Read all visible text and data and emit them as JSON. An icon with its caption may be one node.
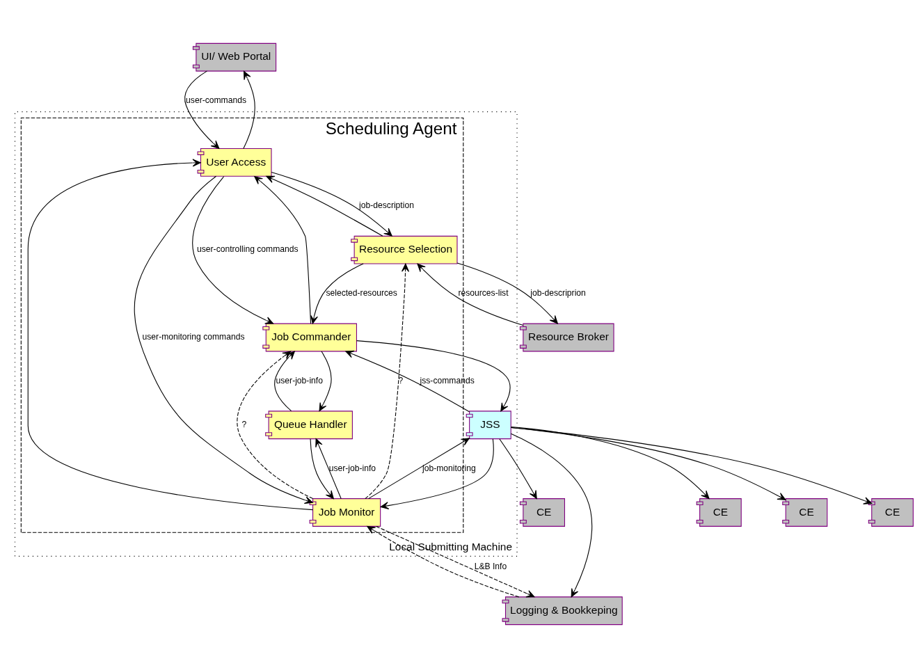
{
  "diagram": {
    "nodes": [
      {
        "text": [
          "Local Submitting Machine"
        ]
      },
      {
        "text": [
          "Scheduling Agent"
        ],
        "in": 0
      },
      {
        "text": [
          "UI/ Web Portal"
        ]
      },
      {
        "text": [
          "User Access"
        ],
        "in": 1
      },
      {
        "text": [
          "Resource Selection"
        ],
        "in": 1
      },
      {
        "text": [
          "Resource Broker"
        ]
      },
      {
        "text": [
          "Job Monitor"
        ],
        "in": 1
      },
      {
        "text": [
          "Queue Handler"
        ],
        "in": 1
      },
      {
        "text": [
          "Job Commander"
        ],
        "in": 1
      },
      {
        "text": [
          "Logging & Bookkeping"
        ]
      },
      {
        "text": [
          "JSS"
        ],
        "in": 0
      },
      {
        "text": [
          "CE"
        ]
      },
      {
        "text": [
          "CE"
        ]
      },
      {
        "text": [
          "CE"
        ]
      },
      {
        "text": [
          "CE"
        ]
      }
    ],
    "edges": [
      {
        "from": 2,
        "to": 3,
        "arrow": "to",
        "label": "user-commands"
      },
      {
        "from": 3,
        "to": 2,
        "arrow": "to"
      },
      {
        "from": 3,
        "to": 4,
        "arrow": "to",
        "label": "job-description"
      },
      {
        "from": 4,
        "to": 3,
        "arrow": "to"
      },
      {
        "from": 4,
        "to": 5,
        "arrow": "to",
        "label": "job-descriprion"
      },
      {
        "from": 5,
        "to": 4,
        "arrow": "to",
        "label": "resources-list"
      },
      {
        "from": 3,
        "to": 6,
        "arrow": "to",
        "label": "user-monitoring commands"
      },
      {
        "from": 6,
        "to": 3,
        "arrow": "to"
      },
      {
        "from": 6,
        "to": 4,
        "arrow": "to",
        "label": "?",
        "style": "dashed"
      },
      {
        "from": 3,
        "to": 8,
        "arrow": "to",
        "label": "user-controlling commands"
      },
      {
        "from": 8,
        "to": 3,
        "arrow": "to"
      },
      {
        "from": 4,
        "to": 8,
        "arrow": "to",
        "label": "selected-resources"
      },
      {
        "from": 6,
        "to": 8,
        "arrow": "to",
        "label": "?",
        "style": "dashed"
      },
      {
        "from": 6,
        "to": 7,
        "arrow": "to",
        "label": "user-job-info"
      },
      {
        "from": 7,
        "to": 6,
        "arrow": "to"
      },
      {
        "from": 7,
        "to": 8,
        "arrow": "to",
        "label": "user-job-info"
      },
      {
        "from": 8,
        "to": 7,
        "arrow": "to"
      },
      {
        "from": 6,
        "to": 9,
        "arrow": "to",
        "label": "L&B Info",
        "style": "dashed"
      },
      {
        "from": 9,
        "to": 6,
        "arrow": "to",
        "style": "dashed"
      },
      {
        "from": 6,
        "to": 10,
        "arrow": "to",
        "label": "job-monitoring"
      },
      {
        "from": 10,
        "to": 6,
        "arrow": "to"
      },
      {
        "from": 8,
        "to": 10,
        "arrow": "to"
      },
      {
        "from": 10,
        "to": 8,
        "arrow": "to",
        "label": "jss-commands"
      },
      {
        "from": 10,
        "to": 9,
        "arrow": "to"
      },
      {
        "from": 10,
        "to": 11,
        "arrow": "to"
      },
      {
        "from": 10,
        "to": 12,
        "arrow": "to"
      },
      {
        "from": 10,
        "to": 13,
        "arrow": "to"
      },
      {
        "from": 10,
        "to": 14,
        "arrow": "to"
      }
    ]
  }
}
